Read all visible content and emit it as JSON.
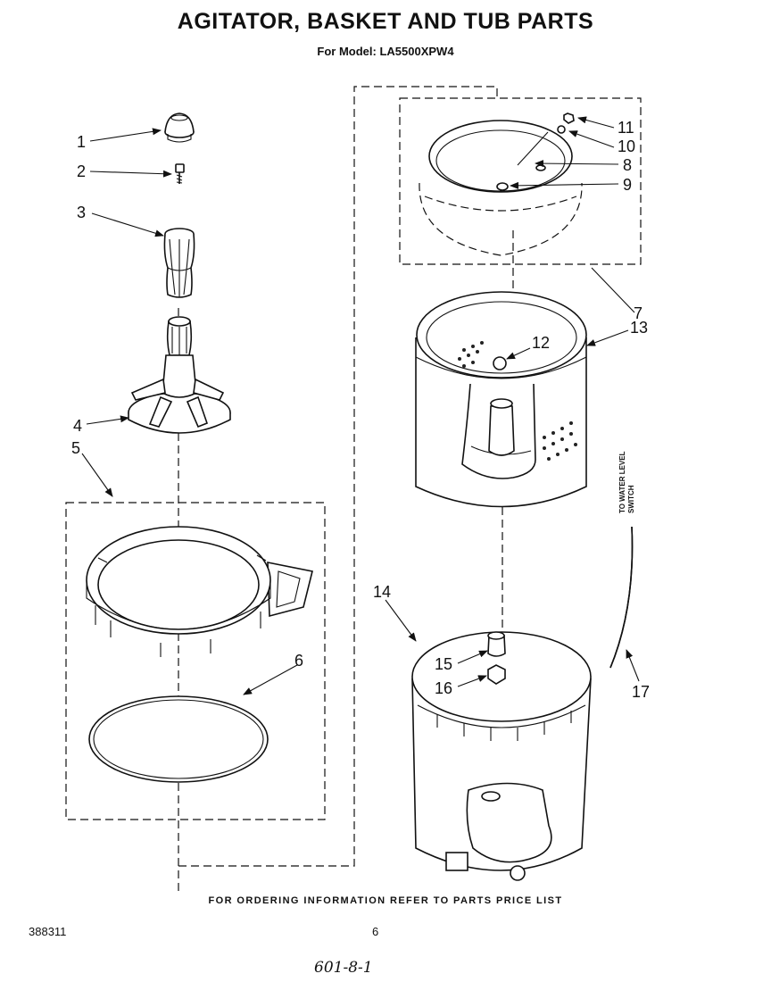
{
  "header": {
    "title": "AGITATOR, BASKET AND TUB PARTS",
    "model": "For Model: LA5500XPW4"
  },
  "callouts": [
    "1",
    "2",
    "3",
    "4",
    "5",
    "6",
    "7",
    "8",
    "9",
    "10",
    "11",
    "12",
    "13",
    "14",
    "15",
    "16",
    "17"
  ],
  "side_label": {
    "line1": "TO WATER LEVEL",
    "line2": "SWITCH"
  },
  "footer": {
    "ordering_note": "FOR ORDERING INFORMATION REFER TO PARTS PRICE LIST",
    "document_number": "388311",
    "page_number": "6",
    "handwritten_note": "601-8-1"
  }
}
